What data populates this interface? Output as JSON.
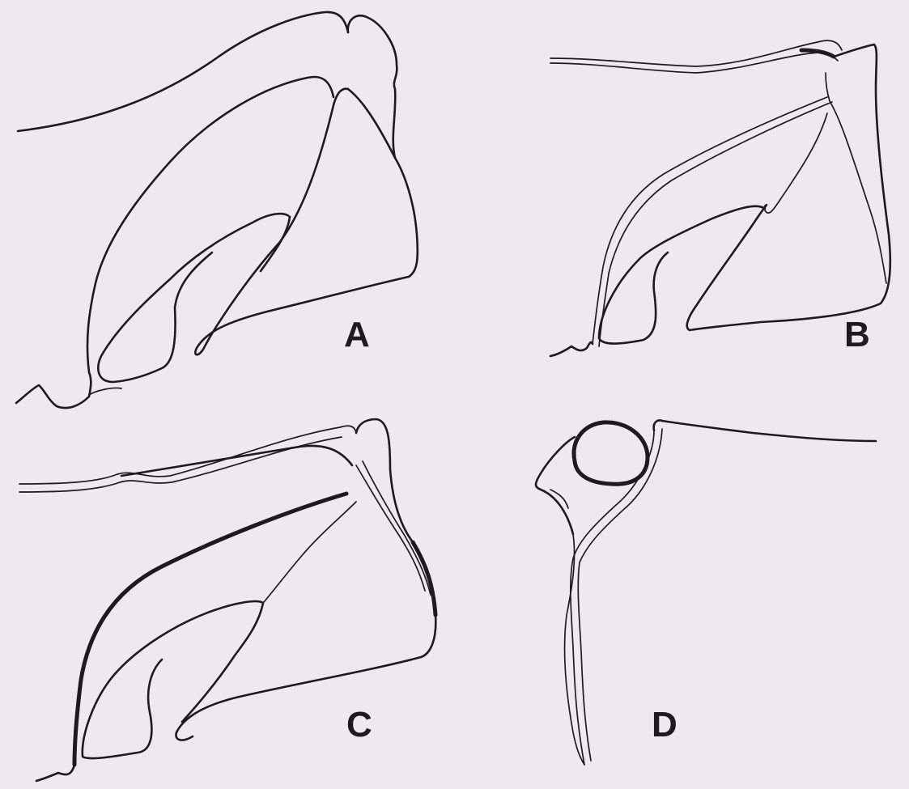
{
  "panels": [
    {
      "id": "A",
      "label": "A"
    },
    {
      "id": "B",
      "label": "B"
    },
    {
      "id": "C",
      "label": "C"
    },
    {
      "id": "D",
      "label": "D"
    }
  ],
  "colors": {
    "background": "#edeaee",
    "line": "#1d1b1f"
  }
}
